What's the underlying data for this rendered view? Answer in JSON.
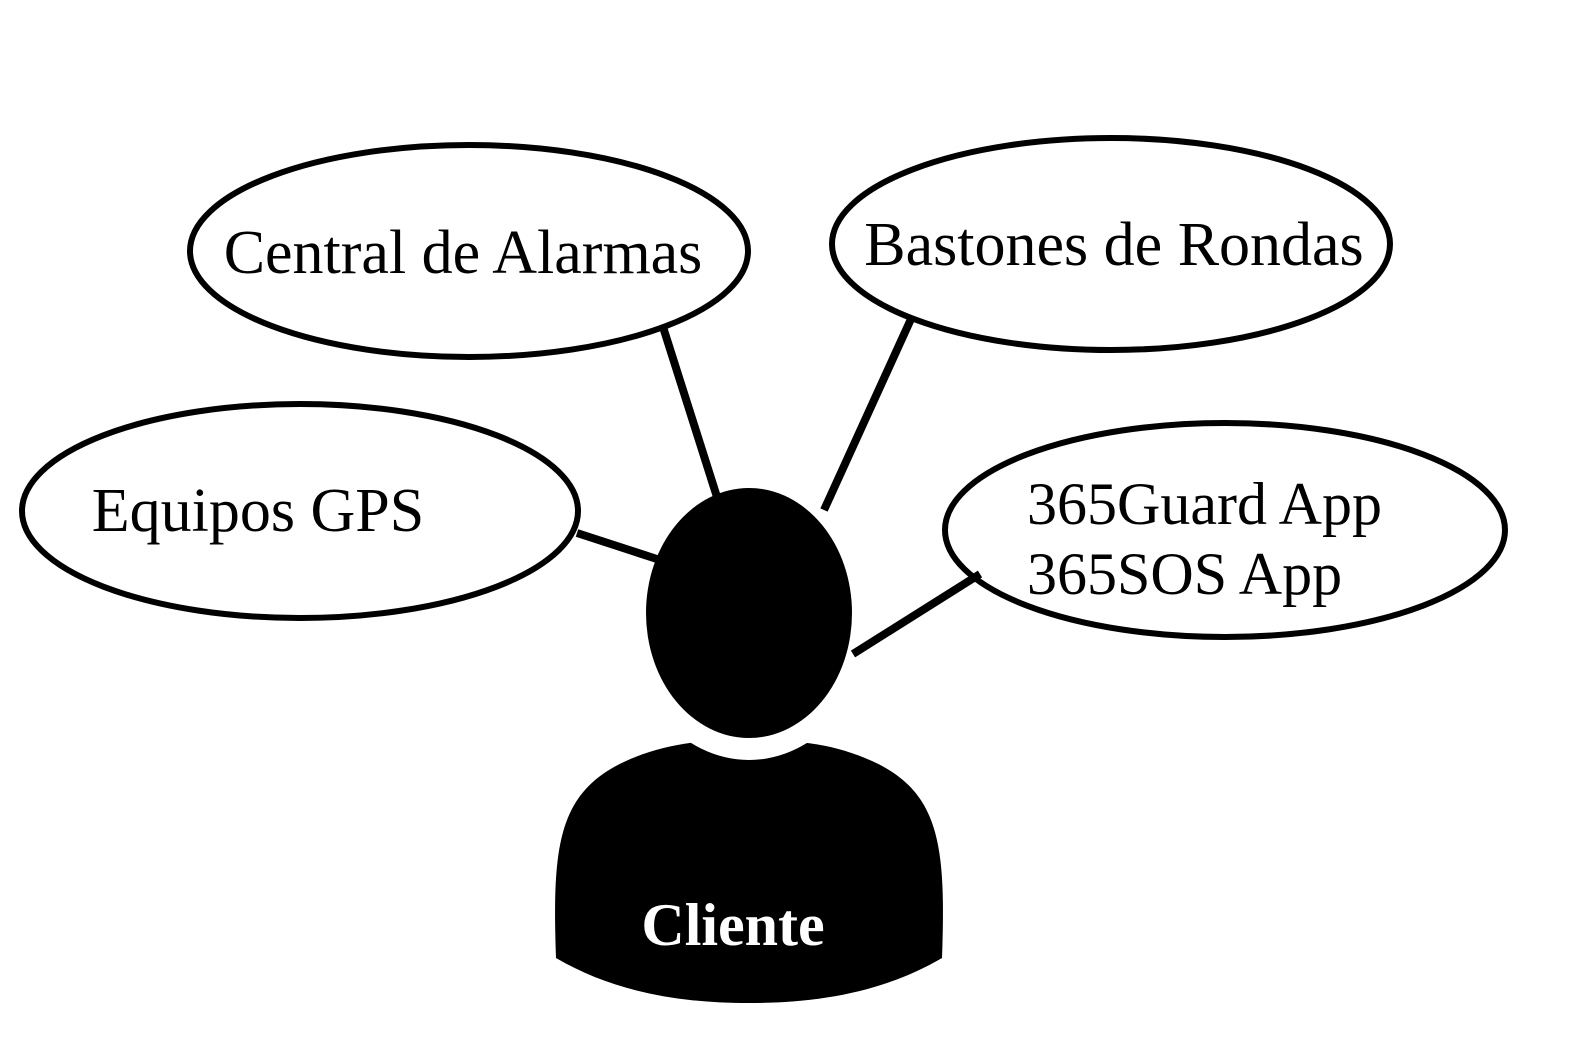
{
  "diagram": {
    "colors": {
      "background": "#ffffff",
      "stroke": "#000000",
      "person_fill": "#000000",
      "person_label_color": "#ffffff"
    },
    "nodes": {
      "central_de_alarmas": {
        "label": "Central de Alarmas"
      },
      "bastones_de_rondas": {
        "label": "Bastones de Rondas"
      },
      "equipos_gps": {
        "label": "Equipos GPS"
      },
      "apps": {
        "line1": "365Guard App",
        "line2": "365SOS App"
      },
      "cliente": {
        "label": "Cliente"
      }
    }
  }
}
